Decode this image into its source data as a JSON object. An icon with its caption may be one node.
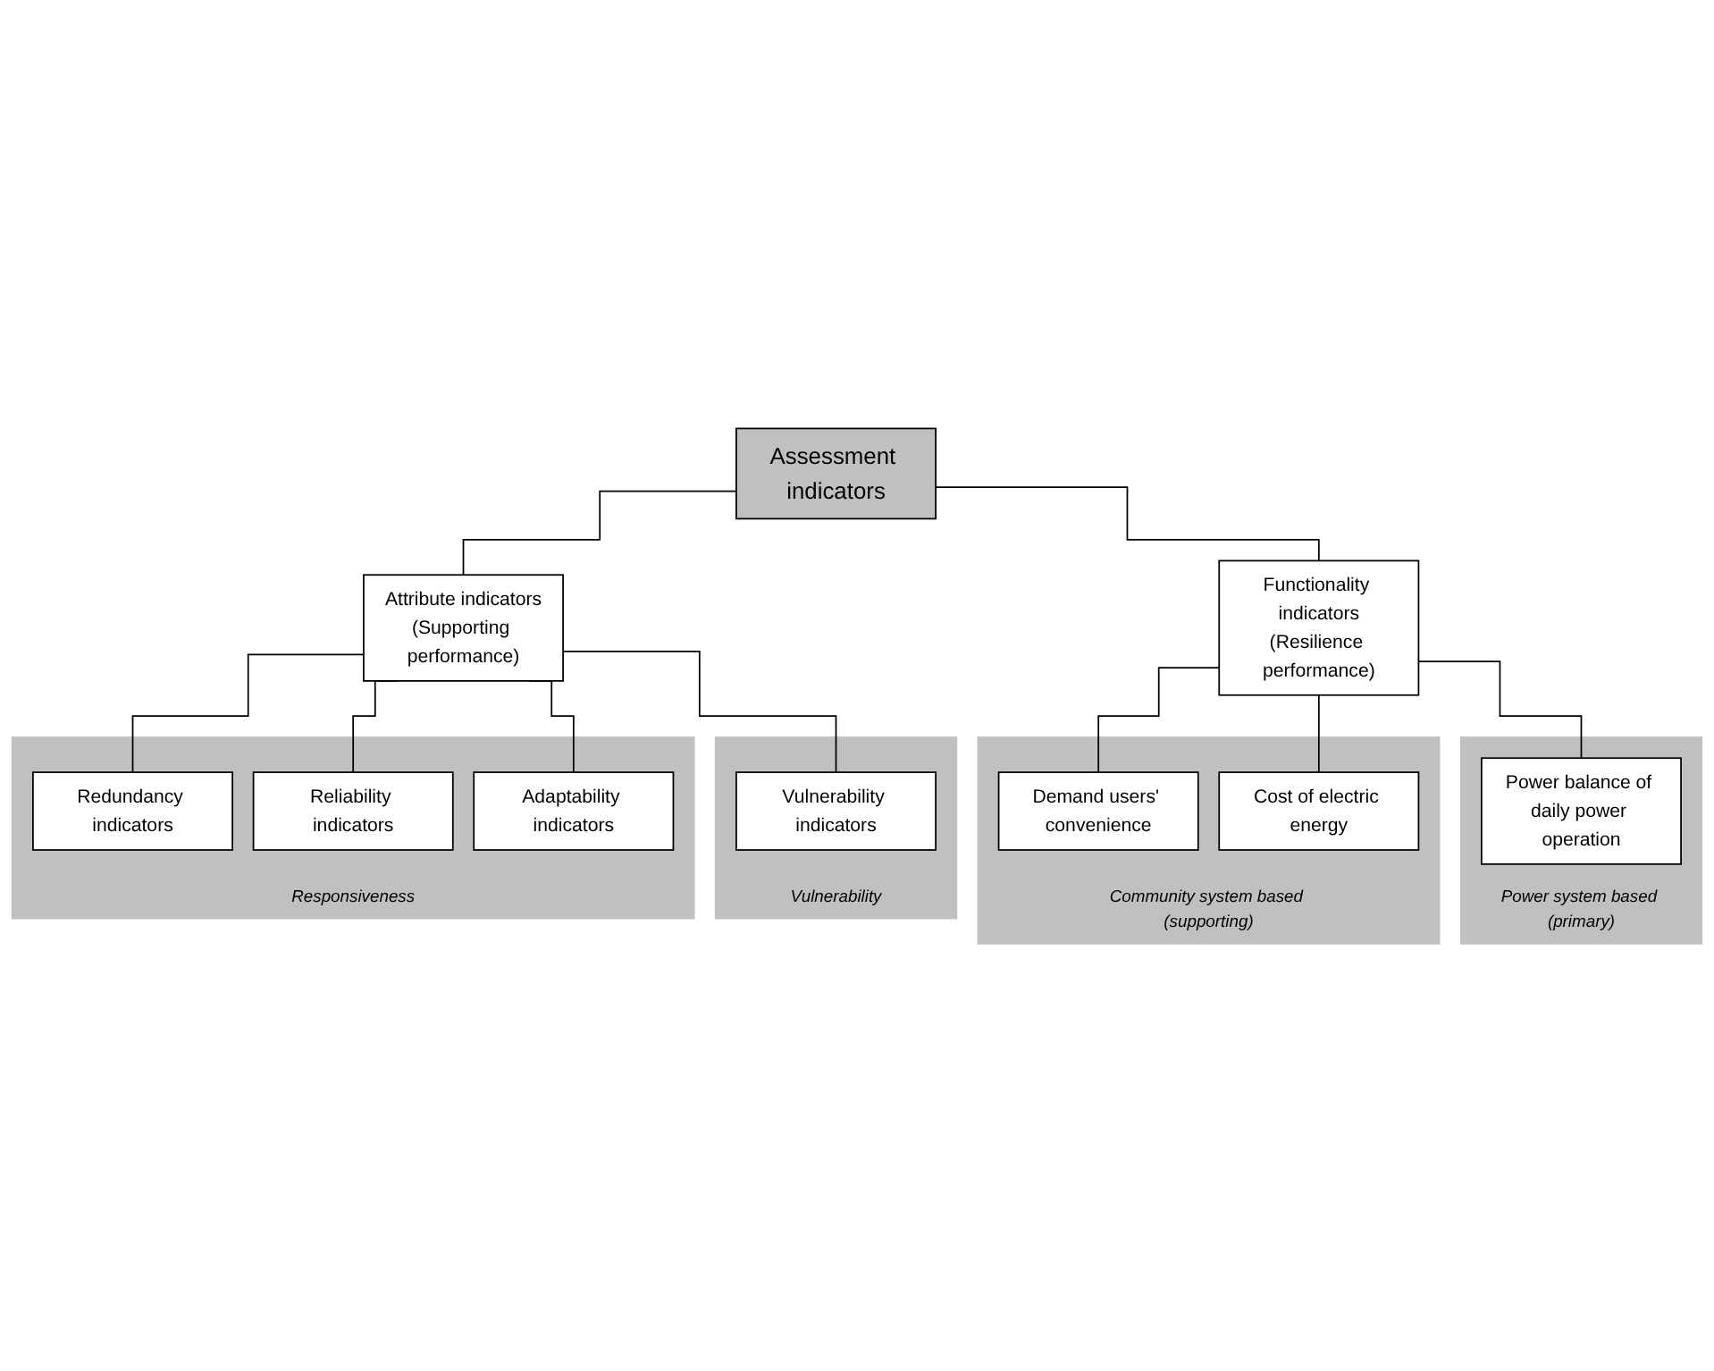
{
  "diagram": {
    "nodes": [
      {
        "text": [
          "Assessment indicators"
        ]
      },
      {
        "text": [
          "Functionality indicators",
          "(Resilience performance)"
        ]
      },
      {
        "text": [
          "Attribute indicators",
          "(Supporting performance)"
        ]
      },
      {
        "text": [
          "Power system based (primary)"
        ]
      },
      {
        "text": [
          "Power balance of daily power operation"
        ],
        "in": 3
      },
      {
        "text": [
          "Community system based (supporting)"
        ]
      },
      {
        "text": [
          "Demand users' convenience"
        ],
        "in": 5
      },
      {
        "text": [
          "Cost of electric energy"
        ],
        "in": 5
      },
      {
        "text": [
          "Vulnerability"
        ]
      },
      {
        "text": [
          "Vulnerability indicators"
        ],
        "in": 8
      },
      {
        "text": [
          "Responsiveness"
        ]
      },
      {
        "text": [
          "Redundancy indicators"
        ],
        "in": 10
      },
      {
        "text": [
          "Reliability indicators"
        ],
        "in": 10
      },
      {
        "text": [
          "Adaptability indicators"
        ],
        "in": 10
      }
    ],
    "edges": [
      {
        "from": 0,
        "to": 1,
        "arrow": "none"
      },
      {
        "from": 0,
        "to": 2,
        "arrow": "none"
      },
      {
        "from": 1,
        "to": 4,
        "arrow": "none"
      },
      {
        "from": 1,
        "to": 6,
        "arrow": "none"
      },
      {
        "from": 1,
        "to": 7,
        "arrow": "none"
      },
      {
        "from": 2,
        "to": 9,
        "arrow": "none"
      },
      {
        "from": 2,
        "to": 11,
        "arrow": "none"
      },
      {
        "from": 2,
        "to": 12,
        "arrow": "none"
      },
      {
        "from": 2,
        "to": 13,
        "arrow": "none"
      }
    ]
  }
}
